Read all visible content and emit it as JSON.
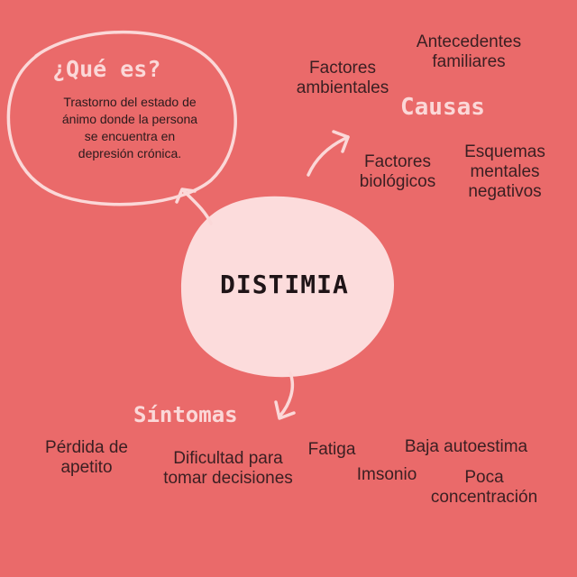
{
  "colors": {
    "background": "#ea6a6a",
    "accent_pink": "#fbd8d8",
    "central_blob": "#fcdcdc",
    "text_dark": "#3a1f22"
  },
  "center": {
    "title": "DISTIMIA"
  },
  "que_es": {
    "title": "¿Qué es?",
    "lines": [
      "Trastorno del estado de",
      "ánimo donde la persona",
      "se encuentra en",
      "depresión crónica."
    ]
  },
  "causas": {
    "title": "Causas",
    "items": [
      {
        "lines": [
          "Antecedentes",
          "familiares"
        ]
      },
      {
        "lines": [
          "Factores",
          "ambientales"
        ]
      },
      {
        "lines": [
          "Factores",
          "biológicos"
        ]
      },
      {
        "lines": [
          "Esquemas",
          "mentales",
          "negativos"
        ]
      }
    ]
  },
  "sintomas": {
    "title": "Síntomas",
    "items": [
      {
        "lines": [
          "Pérdida de",
          "apetito"
        ]
      },
      {
        "lines": [
          "Dificultad para",
          "tomar decisiones"
        ]
      },
      {
        "lines": [
          "Fatiga"
        ]
      },
      {
        "lines": [
          "Imsonio"
        ]
      },
      {
        "lines": [
          "Baja autoestima"
        ]
      },
      {
        "lines": [
          "Poca",
          "concentración"
        ]
      }
    ]
  }
}
